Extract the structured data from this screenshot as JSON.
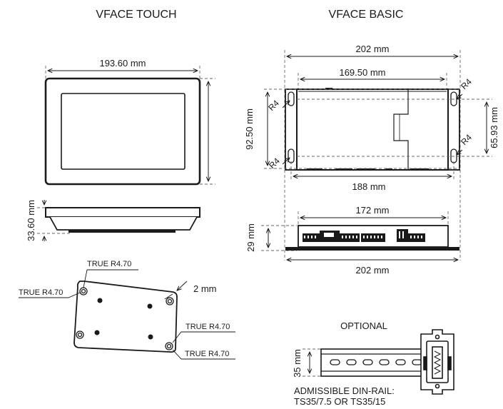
{
  "titles": {
    "touch": "VFACE TOUCH",
    "basic": "VFACE BASIC"
  },
  "touch": {
    "width": "193.60 mm",
    "depth": "33.60 mm",
    "corner_top": "TRUE R4.70",
    "corner_left": "TRUE R4.70",
    "corner_right_top": "TRUE R4.70",
    "corner_right_bottom": "TRUE R4.70",
    "thickness": "2 mm"
  },
  "basic": {
    "overall_width_top": "202 mm",
    "inner_width": "169.50 mm",
    "height": "92.50 mm",
    "mount_spacing": "65.93 mm",
    "hole_spacing": "188 mm",
    "radius": "R4",
    "connector_width": "172 mm",
    "side_height": "29 mm",
    "overall_width_bottom": "202 mm"
  },
  "rail": {
    "title": "OPTIONAL",
    "height": "35 mm",
    "caption_line1": "ADMISSIBLE DIN-RAIL:",
    "caption_line2": "TS35/7.5 OR TS35/15"
  }
}
